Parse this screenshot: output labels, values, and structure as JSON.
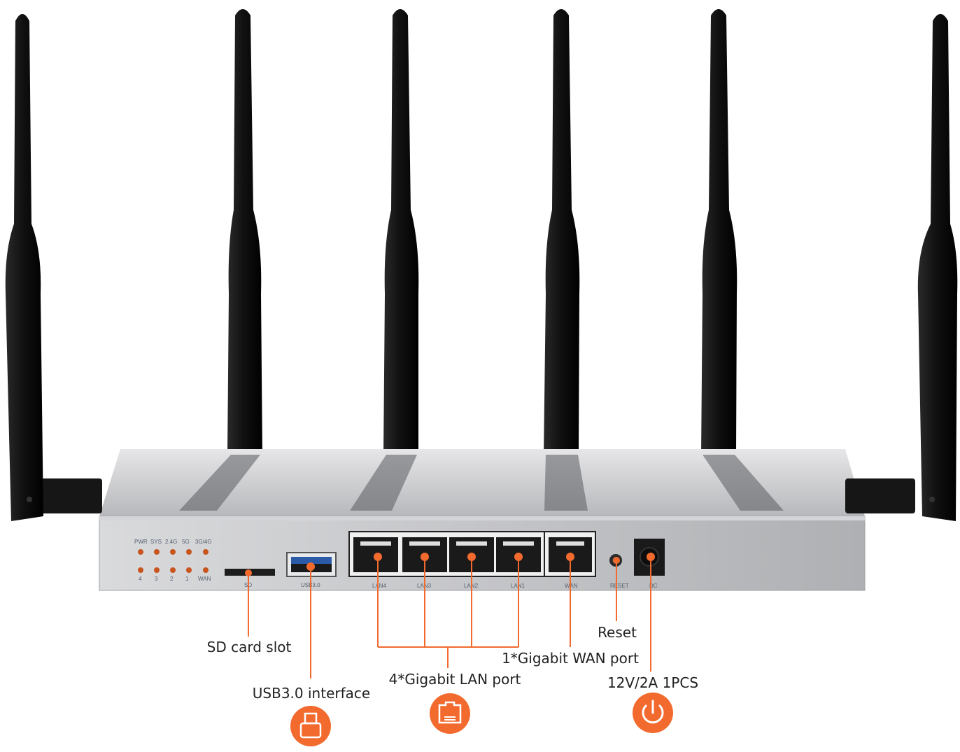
{
  "colors": {
    "accent": "#f26a2e",
    "leader": "#f26a2e",
    "antenna": "#1a1a1a",
    "panel": "#bfc1c4",
    "led": "#c8541e",
    "text": "#222222",
    "panel_text": "#556070"
  },
  "led_labels_top": [
    "PWR",
    "SYS",
    "2.4G",
    "5G",
    "3G/4G"
  ],
  "led_labels_bottom": [
    "4",
    "3",
    "2",
    "1",
    "WAN"
  ],
  "port_labels": {
    "sd": "SD",
    "usb": "USB3.0",
    "lan4": "LAN4",
    "lan3": "LAN3",
    "lan2": "LAN2",
    "lan1": "LAN1",
    "wan": "WAN",
    "reset": "RESET",
    "dc": "DC"
  },
  "callouts": {
    "sd_card_slot": "SD card slot",
    "usb_interface": "USB3.0 interface",
    "lan_port": "4*Gigabit LAN port",
    "wan_port": "1*Gigabit WAN port",
    "reset": "Reset",
    "power": "12V/2A 1PCS"
  },
  "icons": {
    "usb": "usb-icon",
    "lan": "ethernet-port-icon",
    "power": "power-icon"
  }
}
